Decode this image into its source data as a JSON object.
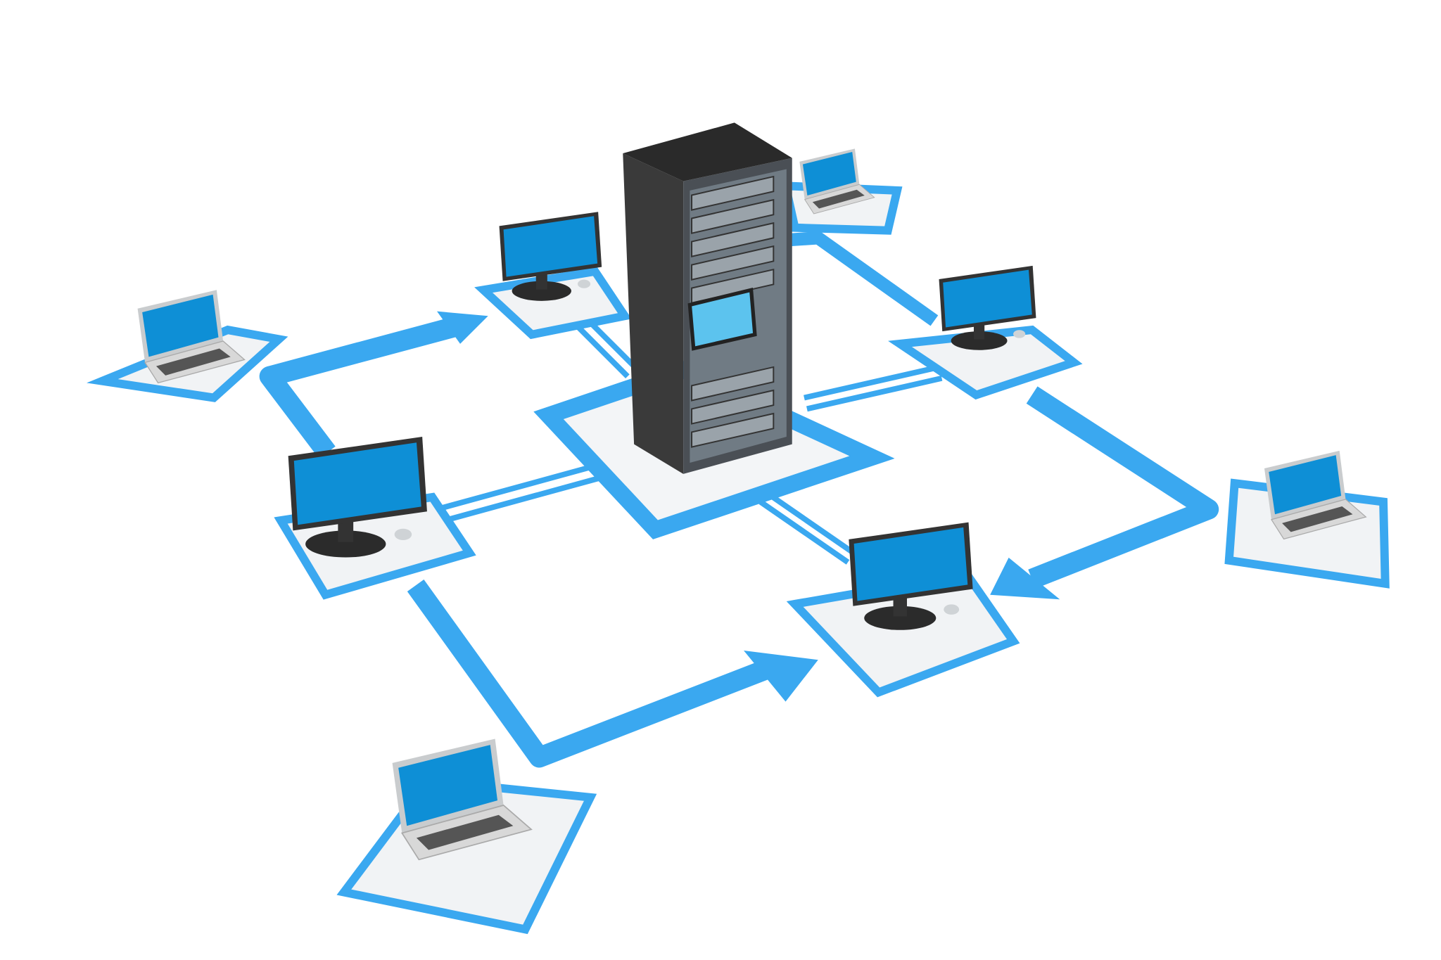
{
  "colors": {
    "background": "#ffffff",
    "link_blue": "#3aa8f0",
    "screen_blue": "#0e8fd6",
    "rack_dark": "#2a2a2a",
    "bezel": "#333333",
    "laptop_body": "#d8d8d8",
    "pad_fill": "#f1f3f5"
  },
  "nodes": [
    {
      "type": "server-rack",
      "icon": "server-rack-icon"
    },
    {
      "type": "monitor",
      "icon": "desktop-monitor-icon"
    },
    {
      "type": "monitor",
      "icon": "desktop-monitor-icon"
    },
    {
      "type": "monitor",
      "icon": "desktop-monitor-icon"
    },
    {
      "type": "monitor",
      "icon": "desktop-monitor-icon"
    },
    {
      "type": "laptop",
      "icon": "laptop-icon"
    },
    {
      "type": "laptop",
      "icon": "laptop-icon"
    },
    {
      "type": "laptop",
      "icon": "laptop-icon"
    },
    {
      "type": "laptop",
      "icon": "laptop-icon"
    }
  ],
  "links": [
    {
      "type": "arrow",
      "icon": "arrow-icon"
    },
    {
      "type": "arrow",
      "icon": "arrow-icon"
    },
    {
      "type": "arrow",
      "icon": "arrow-icon"
    },
    {
      "type": "connector",
      "icon": "connector-line-icon"
    }
  ]
}
